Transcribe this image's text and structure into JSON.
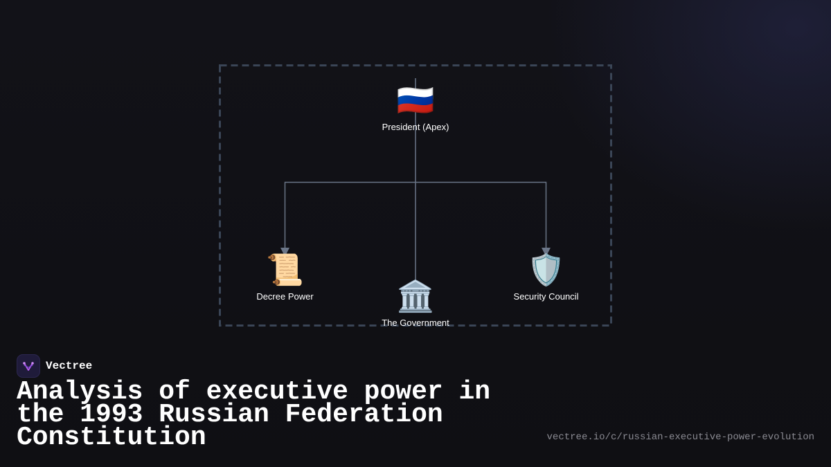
{
  "diagram": {
    "nodes": {
      "apex": {
        "icon": "🇷🇺",
        "icon_name": "russian-flag",
        "label": "President (Apex)"
      },
      "decree": {
        "icon": "📜",
        "icon_name": "scroll",
        "label": "Decree Power"
      },
      "government": {
        "icon": "🏛️",
        "icon_name": "classical-building",
        "label": "The Government"
      },
      "security": {
        "icon": "🛡️",
        "icon_name": "shield",
        "label": "Security Council"
      }
    },
    "edges": [
      {
        "from": "President (Apex)",
        "to": "Decree Power",
        "arrow": true
      },
      {
        "from": "President (Apex)",
        "to": "The Government",
        "arrow": false
      },
      {
        "from": "President (Apex)",
        "to": "Security Council",
        "arrow": true
      }
    ],
    "colors": {
      "connector": "#6b7688",
      "boundary": "#3a4556"
    }
  },
  "brand": {
    "name": "Vectree",
    "logo_icon": "vectree-logo"
  },
  "title": "Analysis of executive power in the 1993 Russian Federation Constitution",
  "url": "vectree.io/c/russian-executive-power-evolution"
}
